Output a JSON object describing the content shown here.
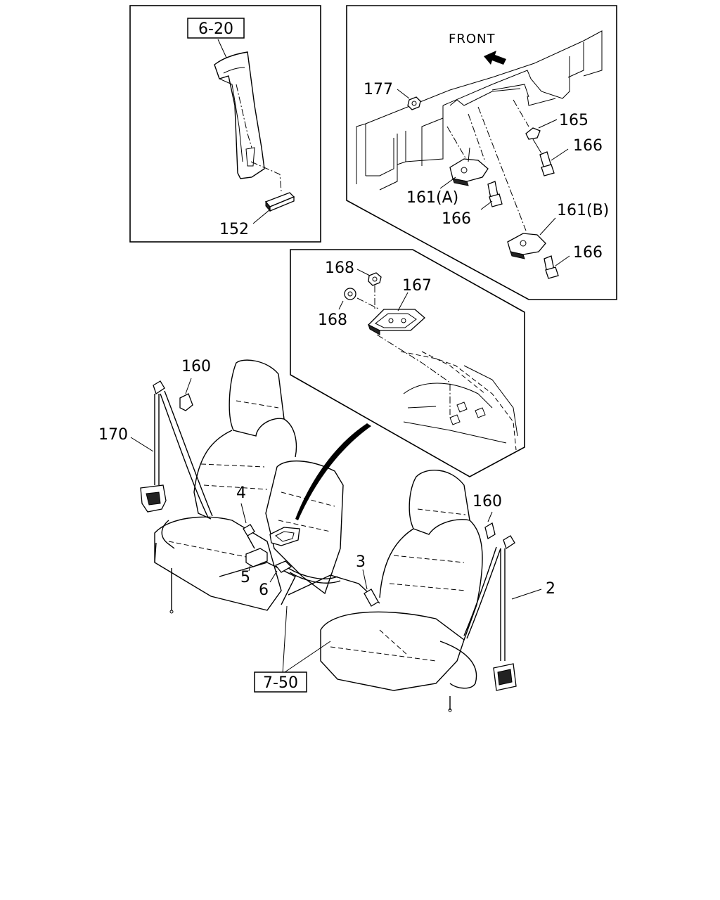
{
  "diagram": {
    "front_label": "FRONT",
    "ref_box_top": "6-20",
    "ref_box_bottom": "7-50",
    "callouts": {
      "c152": "152",
      "c177": "177",
      "c165": "165",
      "c166a": "166",
      "c161a": "161(A)",
      "c166b": "166",
      "c161b": "161(B)",
      "c166c": "166",
      "c168a": "168",
      "c167": "167",
      "c168b": "168",
      "c160a": "160",
      "c170": "170",
      "c4": "4",
      "c160b": "160",
      "c3": "3",
      "c5": "5",
      "c6": "6",
      "c2": "2"
    }
  }
}
